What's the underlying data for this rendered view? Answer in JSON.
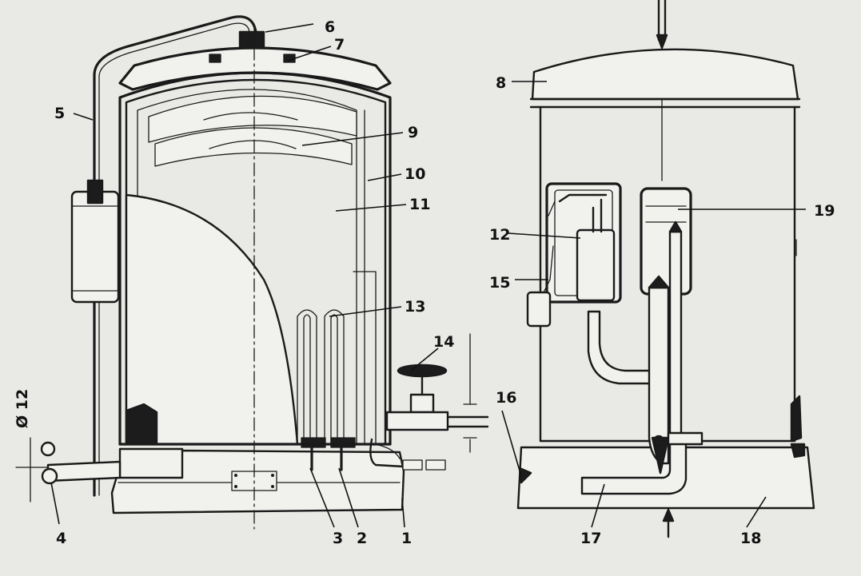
{
  "labels": {
    "n1": "1",
    "n2": "2",
    "n3": "3",
    "n4": "4",
    "n5": "5",
    "n6": "6",
    "n7": "7",
    "n8": "8",
    "n9": "9",
    "n10": "10",
    "n11": "11",
    "n12": "12",
    "n13": "13",
    "n14": "14",
    "n15": "15",
    "n16": "16",
    "n17": "17",
    "n18": "18",
    "n19": "19"
  },
  "dimension": "Ø 12",
  "colors": {
    "ink": "#1a1a1a",
    "paper": "#e9e9e6",
    "fill": "#f1f1ee"
  }
}
